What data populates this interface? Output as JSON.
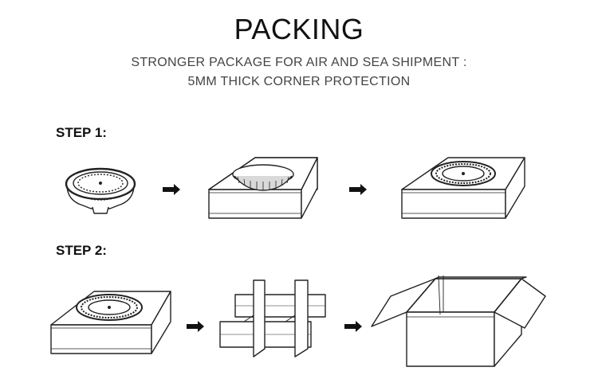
{
  "header": {
    "title": "PACKING",
    "subtitle_line1": "STRONGER PACKAGE FOR AIR AND SEA SHIPMENT :",
    "subtitle_line2": "5MM THICK CORNER PROTECTION"
  },
  "steps": [
    {
      "label": "STEP 1:"
    },
    {
      "label": "STEP 2:"
    }
  ],
  "icons": {
    "arrow": "arrow-right-icon",
    "lamp": "highbay-lamp-icon",
    "foam_box": "foam-box-icon",
    "divider": "cardboard-divider-icon",
    "carton": "open-carton-icon"
  },
  "colors": {
    "line": "#222222",
    "fill": "#ffffff",
    "shade": "#d9d9d9"
  }
}
